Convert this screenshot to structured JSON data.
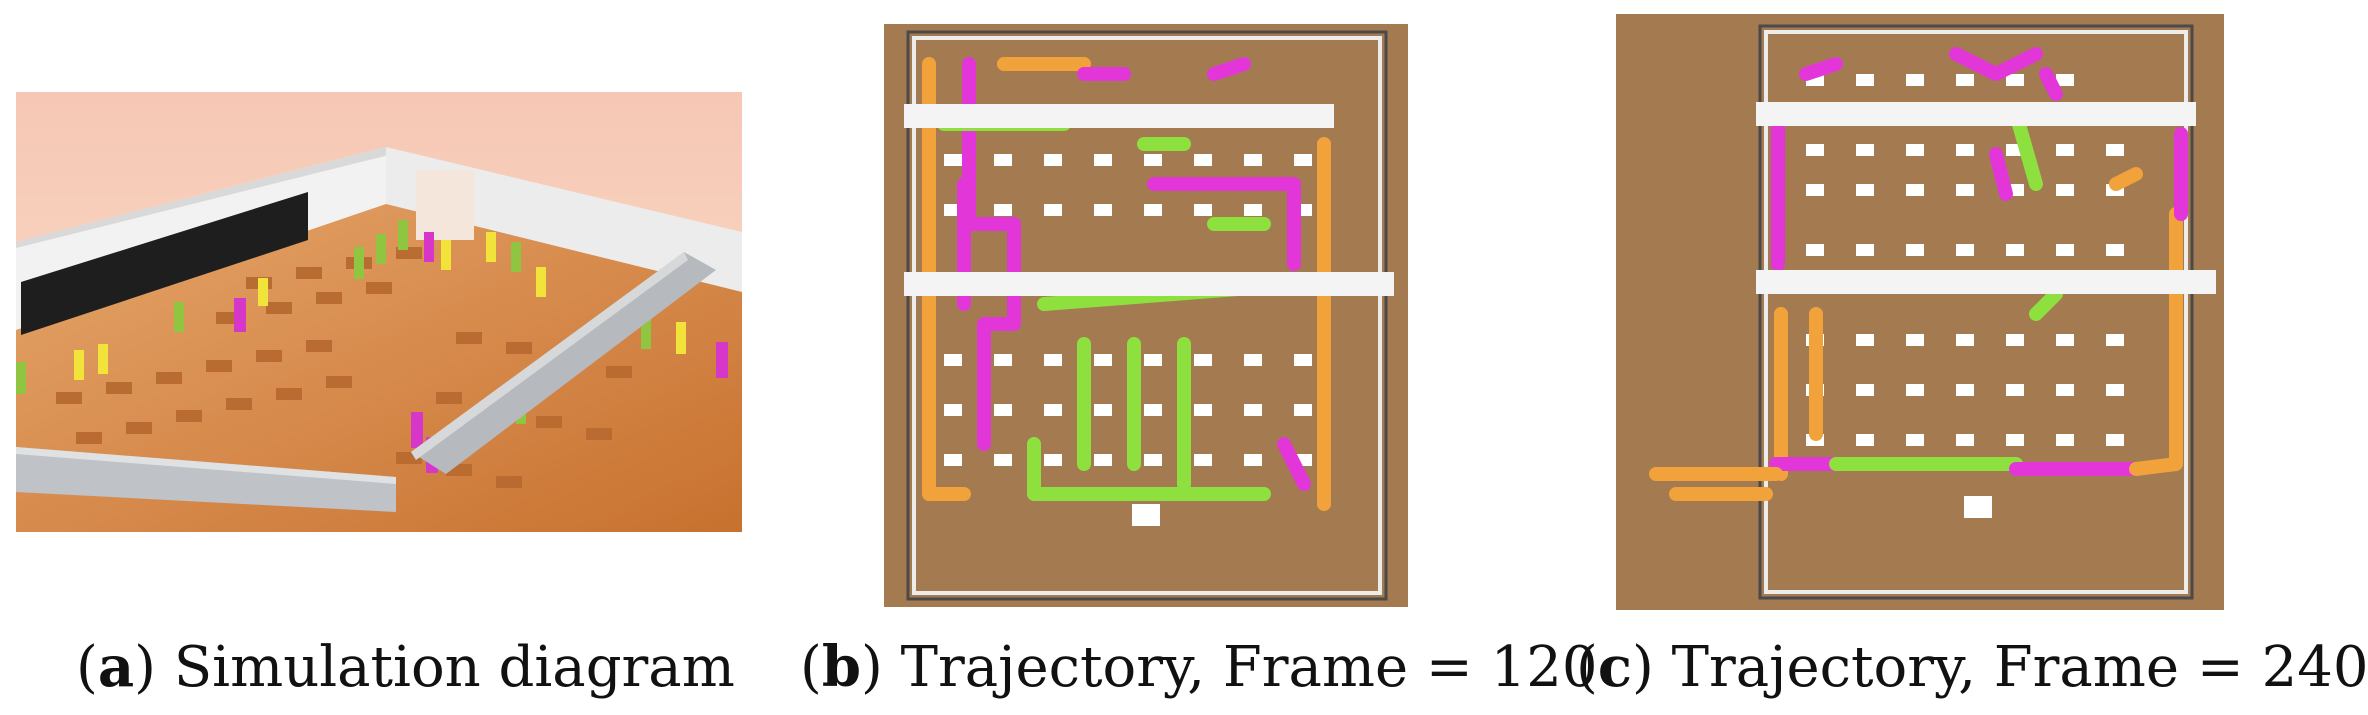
{
  "panels": {
    "a": {
      "letter": "a",
      "caption": "Simulation diagram",
      "colors": {
        "sky": "#f6c9b2",
        "wall": "#eeeeee",
        "board": "#202020",
        "floor": "#d88c4a",
        "desk": "#c7773b",
        "beam": "#b9bcc0",
        "yellow": "#f2e33b",
        "green": "#8fc540",
        "magenta": "#d637c9"
      }
    },
    "b": {
      "letter": "b",
      "caption": "Trajectory, Frame = 120",
      "colors": {
        "background": "#a47a51",
        "beam": "#f4f4f4",
        "orange": "#f2a23a",
        "green": "#8ee03e",
        "magenta": "#e236d9",
        "desk": "#ffffff"
      }
    },
    "c": {
      "letter": "c",
      "caption": "Trajectory, Frame = 240",
      "colors": {
        "background": "#a47a51",
        "beam": "#f4f4f4",
        "orange": "#f2a23a",
        "green": "#8ee03e",
        "magenta": "#e236d9",
        "desk": "#ffffff"
      }
    }
  }
}
